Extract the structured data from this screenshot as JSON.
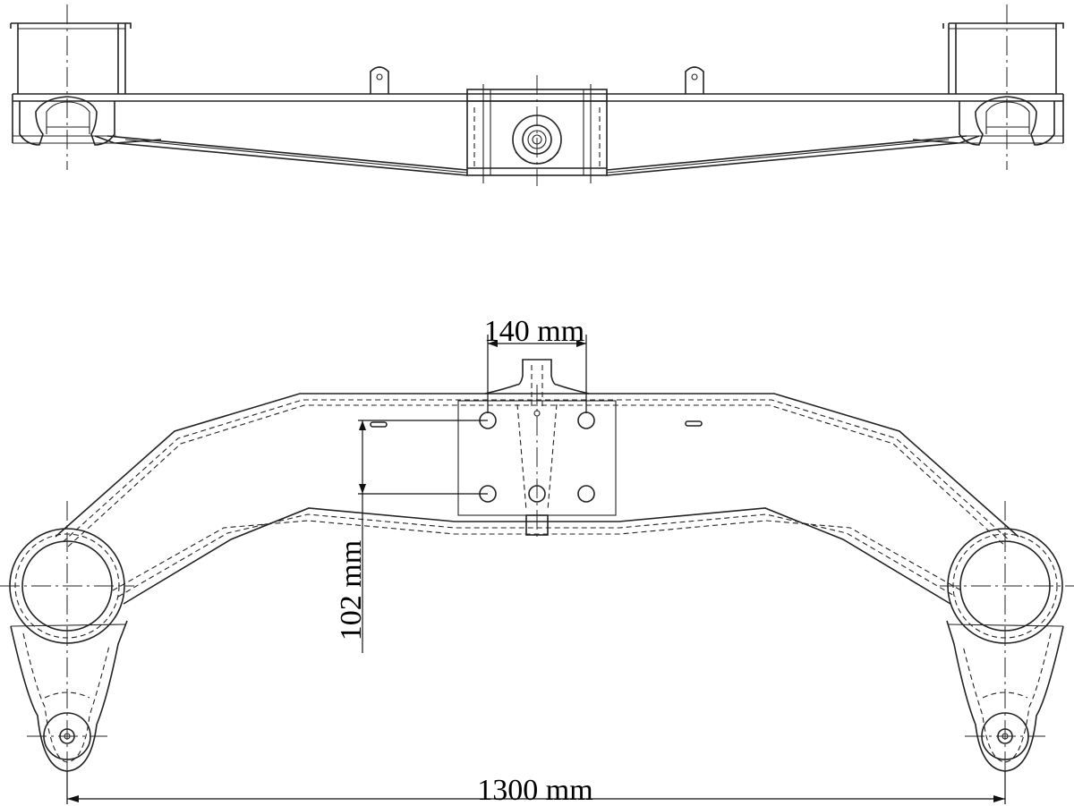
{
  "dimensions": {
    "width_label": "140 mm",
    "height_label": "102 mm",
    "span_label": "1300 mm"
  },
  "colors": {
    "line": "#222222",
    "background": "#ffffff"
  }
}
